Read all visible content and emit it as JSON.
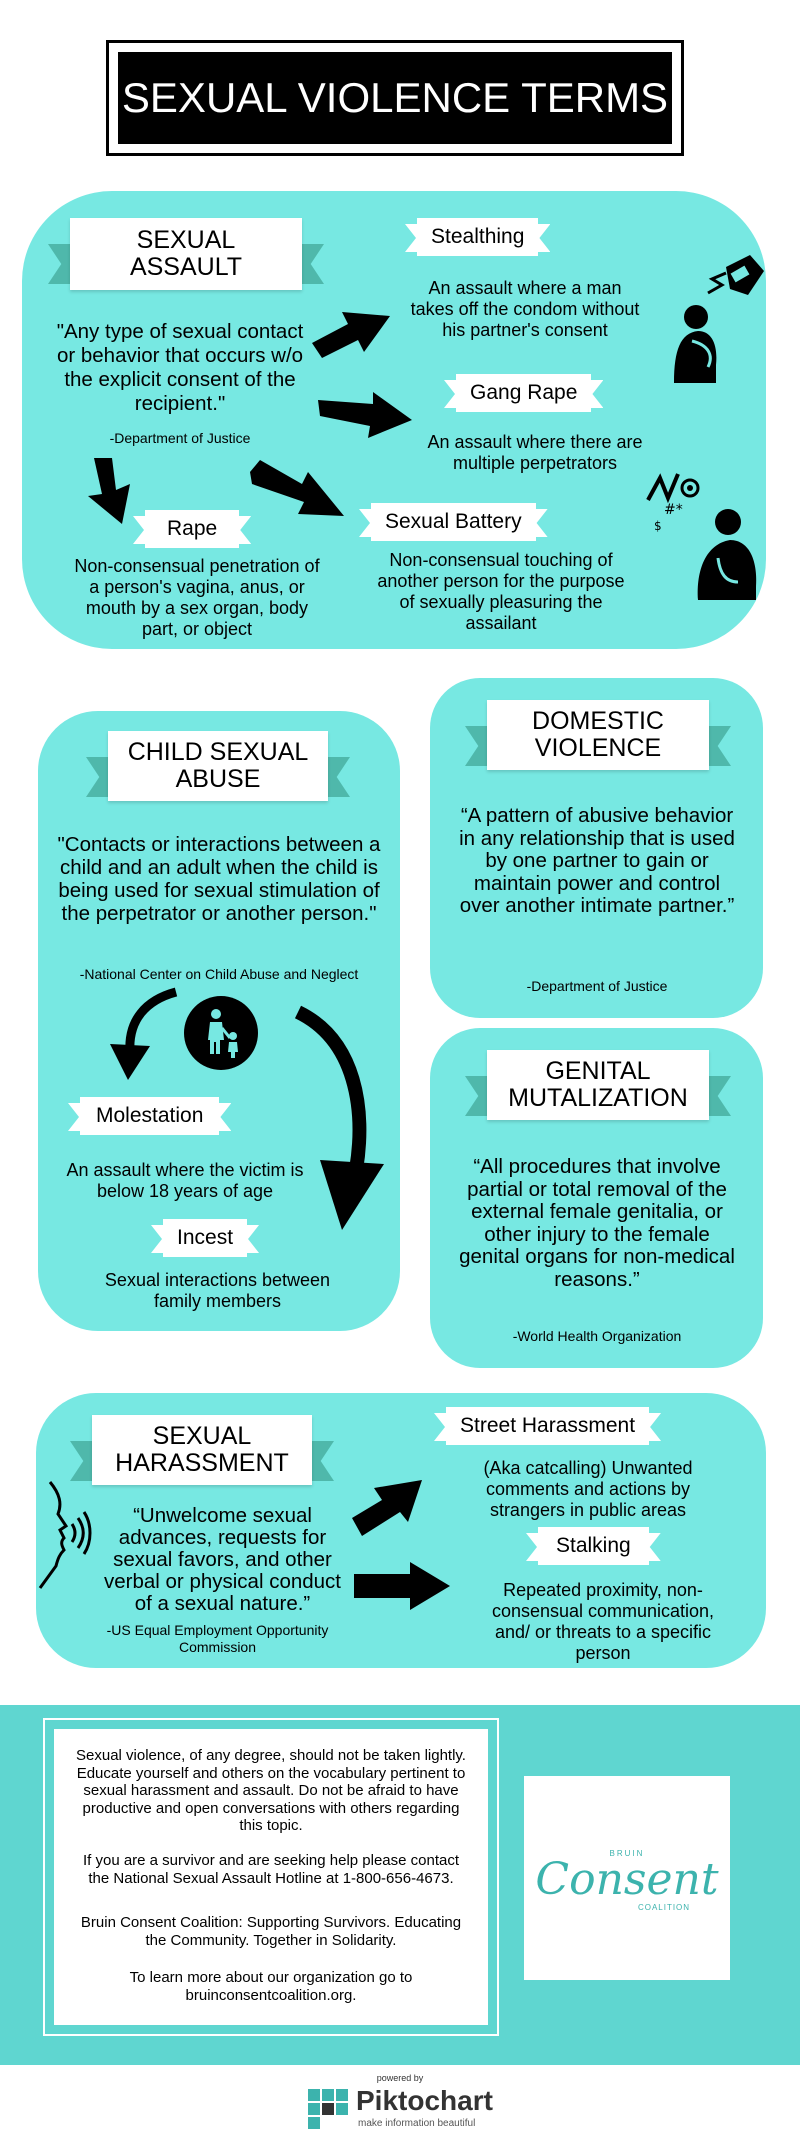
{
  "title": "SEXUAL VIOLENCE TERMS",
  "section1": {
    "heading": "SEXUAL ASSAULT",
    "quote": "\"Any type of sexual contact or behavior that occurs w/o the explicit consent of the recipient.\"",
    "source": "-Department of Justice",
    "stealthing": {
      "label": "Stealthing",
      "text": "An assault where a man takes off the condom without his partner's consent"
    },
    "gang_rape": {
      "label": "Gang Rape",
      "text": "An assault where there are multiple perpetrators"
    },
    "rape": {
      "label": "Rape",
      "text": "Non-consensual penetration of a person's vagina, anus, or mouth by a sex organ, body part, or object"
    },
    "sexual_battery": {
      "label": "Sexual Battery",
      "text": "Non-consensual touching of another person for the purpose of sexually pleasuring the assailant"
    }
  },
  "section2": {
    "heading": "CHILD SEXUAL ABUSE",
    "quote": "\"Contacts or interactions between a child and an adult when the child is being used for sexual stimulation of the perpetrator or another person.\"",
    "source": "-National Center on Child Abuse and Neglect",
    "molestation": {
      "label": "Molestation",
      "text": "An assault where the victim is below 18 years of age"
    },
    "incest": {
      "label": "Incest",
      "text": "Sexual interactions between family members"
    }
  },
  "section3": {
    "heading": "DOMESTIC VIOLENCE",
    "quote": "“A pattern of abusive behavior in any relationship that is used by one partner to gain or maintain power and control over another intimate partner.”",
    "source": "-Department of Justice"
  },
  "section4": {
    "heading": "GENITAL MUTALIZATION",
    "quote": "“All procedures that involve partial or total removal of the external female genitalia, or other injury to the female genital organs for non-medical reasons.”",
    "source": "-World Health Organization"
  },
  "section5": {
    "heading": "SEXUAL HARASSMENT",
    "quote": "“Unwelcome sexual advances, requests for sexual favors, and other verbal or physical conduct of a sexual nature.”",
    "source": "-US Equal Employment Opportunity Commission",
    "street": {
      "label": "Street Harassment",
      "text": "(Aka catcalling) Unwanted comments and actions by strangers in public areas"
    },
    "stalking": {
      "label": "Stalking",
      "text": "Repeated proximity, non-consensual communication, and/ or threats to a specific person"
    }
  },
  "footer": {
    "p1": "Sexual violence, of any degree, should not be taken lightly. Educate yourself and others on the vocabulary pertinent to sexual harassment and assault. Do not be afraid to have productive and open conversations with others regarding this topic.",
    "p2": "If you are a survivor and are seeking help please contact the National Sexual Assault Hotline at 1-800-656-4673.",
    "p3": "Bruin Consent Coalition: Supporting Survivors. Educating the Community. Together in Solidarity.",
    "p4": "To learn more about our organization go to bruinconsentcoalition.org.",
    "logo": {
      "top": "BRUIN",
      "main": "Consent",
      "bottom": "COALITION"
    }
  },
  "credits": {
    "powered_by": "powered by",
    "brand": "Piktochart",
    "tagline": "make information beautiful"
  },
  "colors": {
    "card": "#77e8e2",
    "ribbon_tail": "#4fb8ab",
    "footer_band": "#5fd6d0",
    "logo_text": "#3cb3ad"
  },
  "icons": [
    "arrow-icon",
    "woman-condom-icon",
    "distressed-person-icon",
    "parent-child-icon",
    "speaking-face-icon",
    "piktochart-logo-icon"
  ]
}
